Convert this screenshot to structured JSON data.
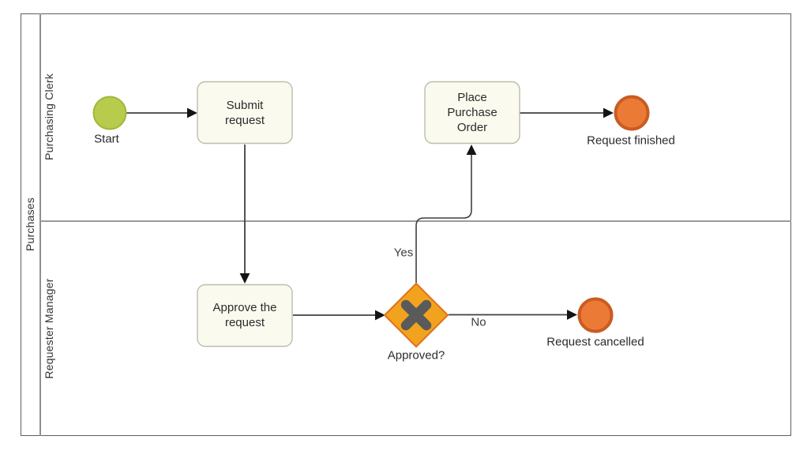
{
  "diagram": {
    "pool": {
      "label": "Purchases"
    },
    "lanes": [
      {
        "label": "Purchasing Clerk"
      },
      {
        "label": "Requester Manager"
      }
    ],
    "nodes": {
      "start_event": {
        "label": "Start",
        "type": "start-event"
      },
      "task_submit": {
        "label": "Submit request",
        "type": "task"
      },
      "task_place_order": {
        "label": "Place Purchase Order",
        "type": "task"
      },
      "end_finished": {
        "label": "Request finished",
        "type": "end-event"
      },
      "task_approve": {
        "label": "Approve the request",
        "type": "task"
      },
      "gateway_approved": {
        "label": "Approved?",
        "type": "exclusive-gateway"
      },
      "end_cancelled": {
        "label": "Request cancelled",
        "type": "end-event"
      }
    },
    "flow_labels": {
      "yes": "Yes",
      "no": "No"
    },
    "colors": {
      "start_fill": "#b8cb4d",
      "start_stroke": "#9fb83a",
      "end_fill": "#ec7a37",
      "end_stroke": "#c95c22",
      "gateway_fill": "#f2a31d",
      "gateway_stroke": "#e1701d",
      "gateway_x": "#5a5a5a",
      "task_fill": "#fbfaee",
      "task_stroke": "#bcbcae",
      "flow_line": "#404040",
      "arrowhead": "#141414"
    }
  }
}
